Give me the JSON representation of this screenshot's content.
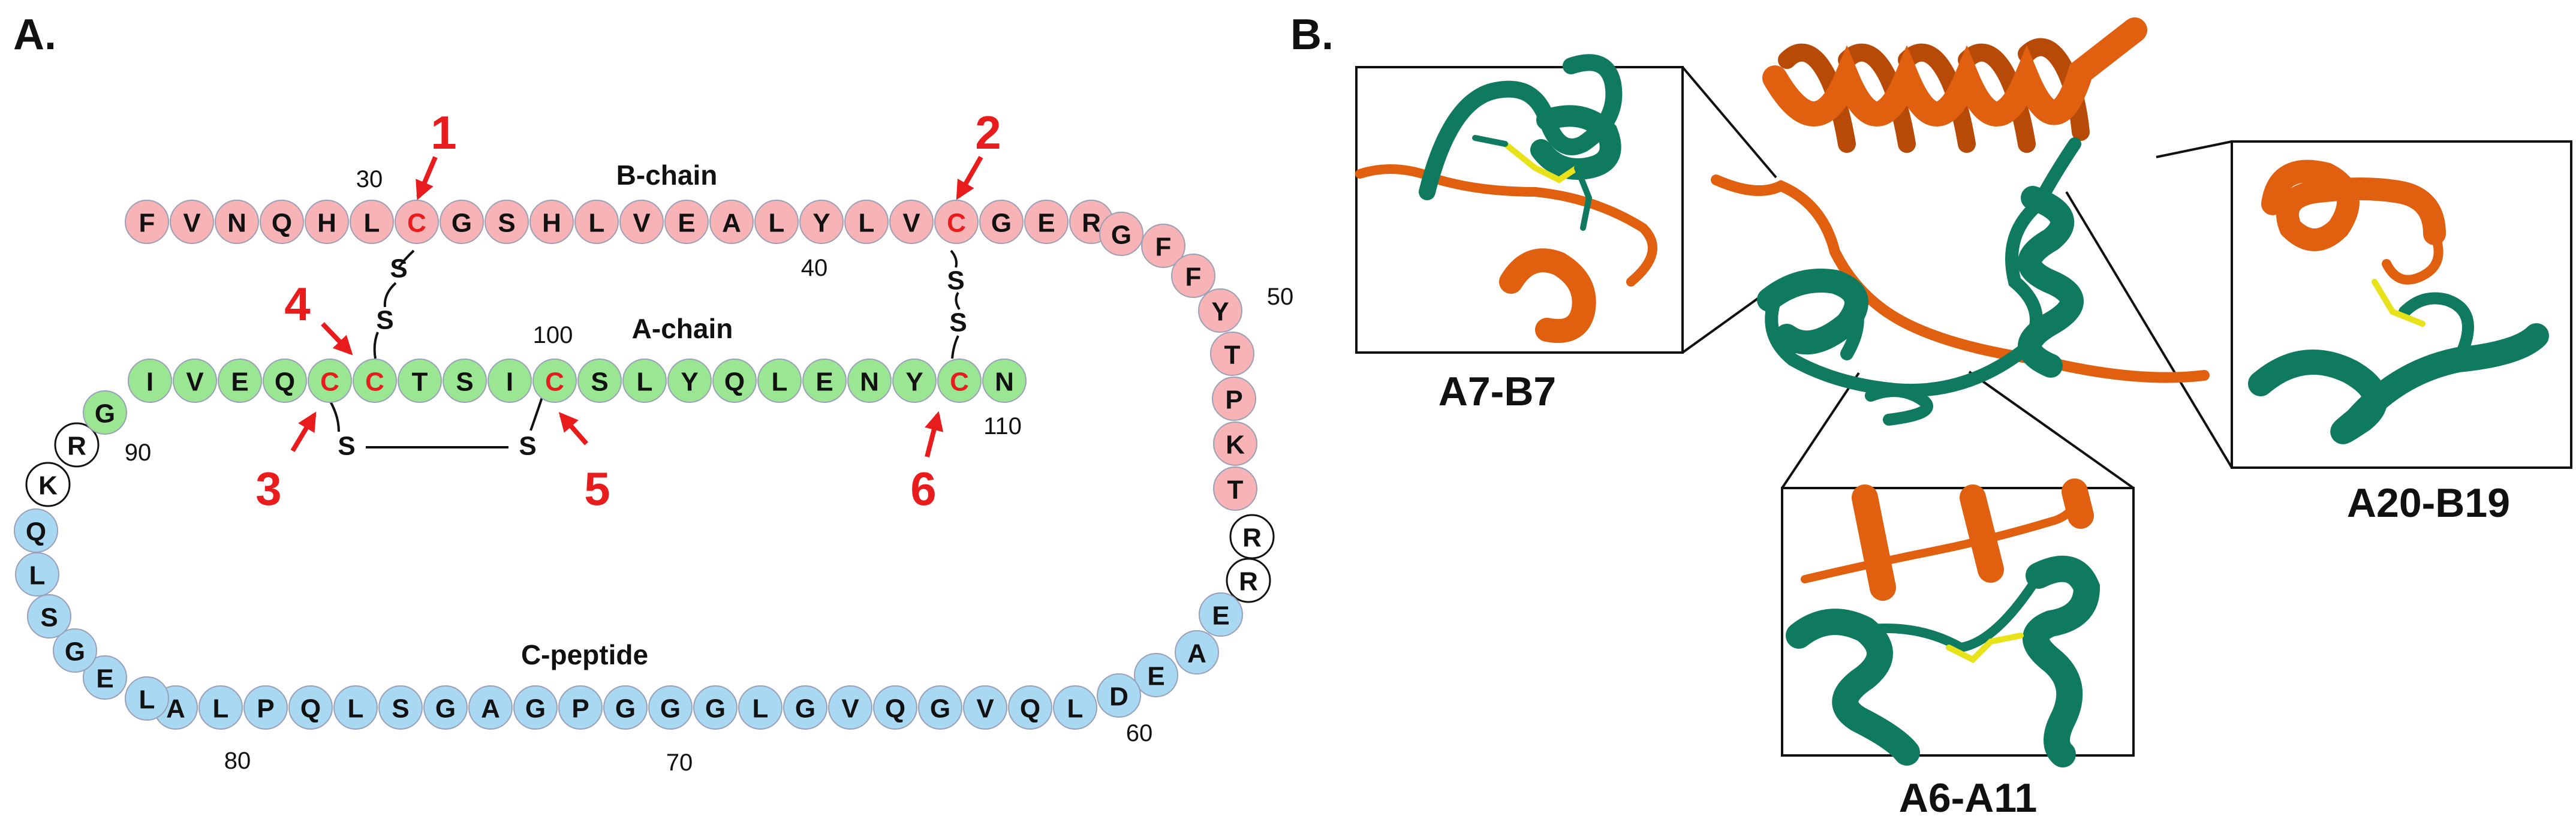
{
  "panel_a": {
    "label": "A.",
    "chain_labels": {
      "b_chain": "B-chain",
      "a_chain": "A-chain",
      "c_peptide": "C-peptide"
    },
    "b_chain": [
      "F",
      "V",
      "N",
      "Q",
      "H",
      "L",
      "C",
      "G",
      "S",
      "H",
      "L",
      "V",
      "E",
      "A",
      "L",
      "Y",
      "L",
      "V",
      "C",
      "G",
      "E",
      "R",
      "G",
      "F",
      "F",
      "Y",
      "T",
      "P",
      "K",
      "T"
    ],
    "b_chain_cys_index": [
      6,
      18
    ],
    "linker_bc": [
      "R",
      "R"
    ],
    "c_peptide": [
      "E",
      "A",
      "E",
      "D",
      "L",
      "Q",
      "V",
      "G",
      "Q",
      "V",
      "G",
      "L",
      "G",
      "G",
      "G",
      "P",
      "G",
      "A",
      "G",
      "S",
      "L",
      "Q",
      "P",
      "L",
      "A",
      "L",
      "E",
      "G",
      "S",
      "L",
      "Q"
    ],
    "linker_ca": [
      "K",
      "R"
    ],
    "a_chain": [
      "G",
      "I",
      "V",
      "E",
      "Q",
      "C",
      "C",
      "T",
      "S",
      "I",
      "C",
      "S",
      "L",
      "Y",
      "Q",
      "L",
      "E",
      "N",
      "Y",
      "C",
      "N"
    ],
    "a_chain_cys_index": [
      5,
      6,
      10,
      19
    ],
    "residue_numbers": {
      "n30": "30",
      "n40": "40",
      "n50": "50",
      "n60": "60",
      "n70": "70",
      "n80": "80",
      "n90": "90",
      "n100": "100",
      "n110": "110"
    },
    "disulfide_labels": {
      "d1": "1",
      "d2": "2",
      "d3": "3",
      "d4": "4",
      "d5": "5",
      "d6": "6"
    },
    "sulfur": "S",
    "colors": {
      "b_chain": "#f7b3b6",
      "a_chain": "#9be693",
      "c_peptide": "#a8d8f2",
      "linker": "#ffffff",
      "cysteine_text": "#e81c1c",
      "arrow": "#e81c1c",
      "bead_edge": "#9aa0b8"
    }
  },
  "panel_b": {
    "label": "B.",
    "insets": {
      "left": "A7-B7",
      "right": "A20-B19",
      "bottom": "A6-A11"
    },
    "colors": {
      "b_chain_ribbon": "#e0600f",
      "a_chain_ribbon": "#0f7a5f",
      "sulfur_bond": "#e8e21a"
    }
  }
}
